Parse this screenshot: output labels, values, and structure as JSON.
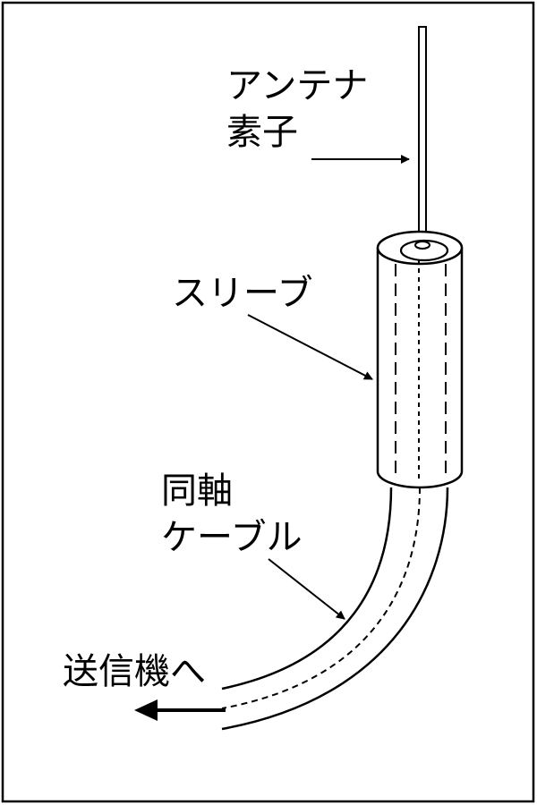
{
  "labels": {
    "antenna_line1": "アンテナ",
    "antenna_line2": "素子",
    "sleeve": "スリーブ",
    "coax_line1": "同軸",
    "coax_line2": "ケーブル",
    "to_transmitter": "送信機へ"
  },
  "colors": {
    "stroke": "#000000",
    "background": "#ffffff"
  }
}
